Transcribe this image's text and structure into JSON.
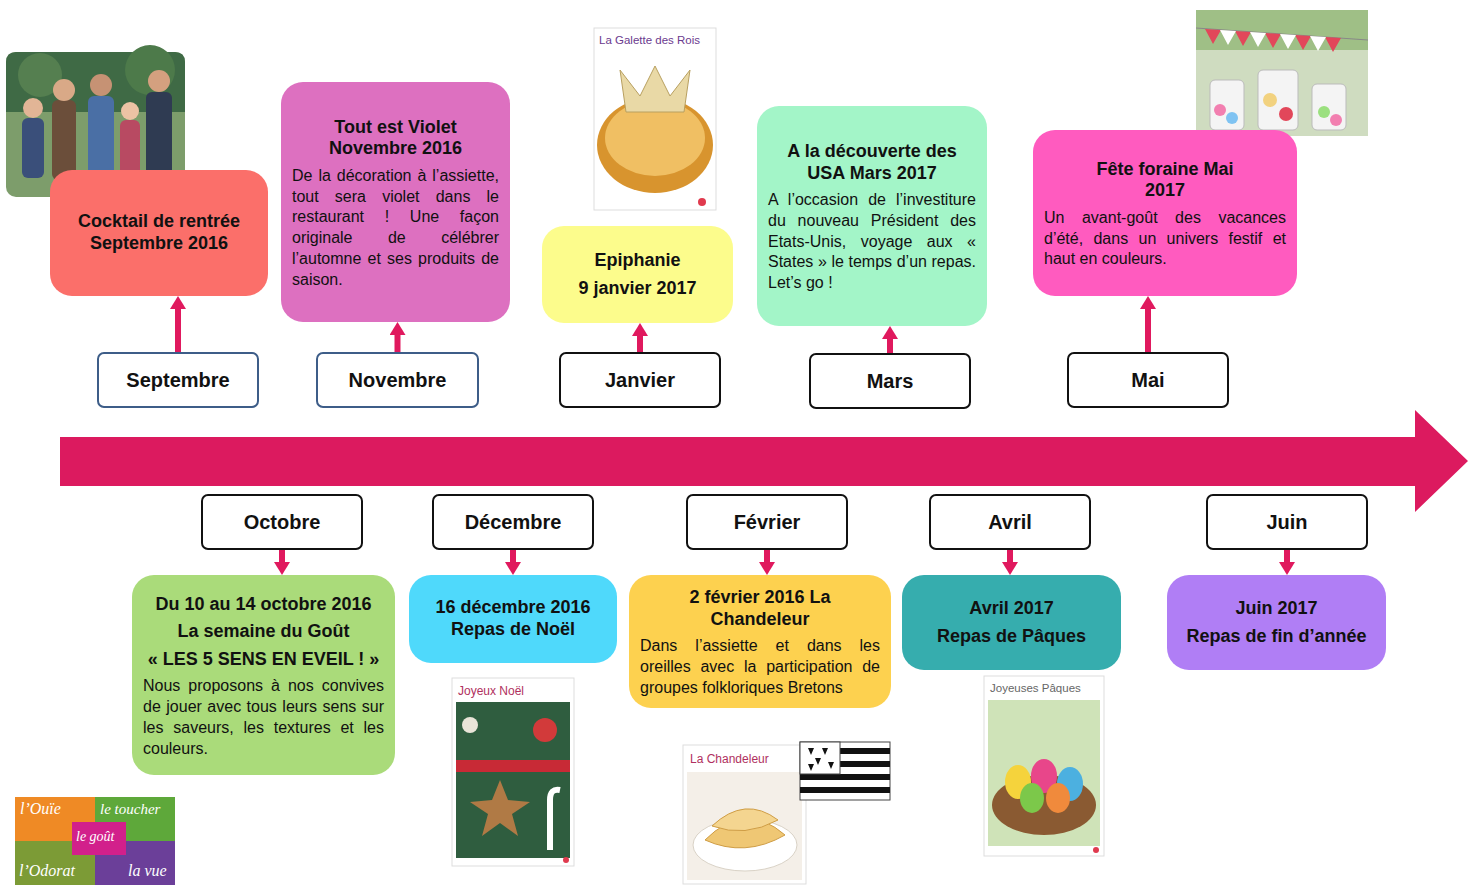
{
  "diagram": {
    "nodes": [
      {
        "text": [
          "Cocktail de rentrée Septembre 2016"
        ]
      },
      {
        "text": [
          "Septembre"
        ]
      },
      {
        "text": [
          "Tout est Violet Novembre 2016",
          "De la décoration à l’assiette, tout sera violet dans le restaurant ! Une façon originale de célébrer l’automne et ses produits de saison."
        ]
      },
      {
        "text": [
          "Novembre"
        ]
      },
      {
        "text": [
          "Epiphanie",
          "9 janvier 2017"
        ]
      },
      {
        "text": [
          "Janvier"
        ]
      },
      {
        "text": [
          "A la découverte des USA Mars 2017",
          "A l’occasion de l’investiture du nouveau Président des Etats-Unis, voyage aux « States » le temps d’un repas. Let’s go !"
        ]
      },
      {
        "text": [
          "Mars"
        ]
      },
      {
        "text": [
          "Fête foraine Mai 2017",
          "Un avant-goût des vacances d’été, dans un univers festif et haut en couleurs."
        ]
      },
      {
        "text": [
          "Mai"
        ]
      },
      {
        "text": [
          "Octobre"
        ]
      },
      {
        "text": [
          "Du 10 au 14 octobre 2016",
          "La semaine du Goût",
          "« LES 5 SENS EN EVEIL ! »",
          "Nous proposons à nos convives de jouer avec tous leurs sens sur les saveurs, les textures et les couleurs."
        ]
      },
      {
        "text": [
          "Décembre"
        ]
      },
      {
        "text": [
          "16 décembre 2016 Repas de Noël"
        ]
      },
      {
        "text": [
          "Février"
        ]
      },
      {
        "text": [
          "2 février 2016 La Chandeleur",
          "Dans l’assiette et dans les oreilles avec la participation de groupes folkloriques Bretons"
        ]
      },
      {
        "text": [
          "Avril"
        ]
      },
      {
        "text": [
          "Avril 2017",
          "Repas de Pâques"
        ]
      },
      {
        "text": [
          "Juin"
        ]
      },
      {
        "text": [
          "Juin 2017",
          "Repas de fin d’année"
        ]
      }
    ],
    "edges": [
      {
        "from": 1,
        "to": 0,
        "arrow": "to"
      },
      {
        "from": 3,
        "to": 2,
        "arrow": "to"
      },
      {
        "from": 5,
        "to": 4,
        "arrow": "to"
      },
      {
        "from": 7,
        "to": 6,
        "arrow": "to"
      },
      {
        "from": 9,
        "to": 8,
        "arrow": "to"
      },
      {
        "from": 10,
        "to": 11,
        "arrow": "to"
      },
      {
        "from": 12,
        "to": 13,
        "arrow": "to"
      },
      {
        "from": 14,
        "to": 15,
        "arrow": "to"
      },
      {
        "from": 16,
        "to": 17,
        "arrow": "to"
      },
      {
        "from": 18,
        "to": 19,
        "arrow": "to"
      }
    ],
    "labels": [
      "La Galette des Rois",
      "Joyeux Noël",
      "La Chandeleur",
      "Joyeuses Pâques",
      "l’Ouïe",
      "le toucher",
      "le goût",
      "l’Odorat",
      "la vue"
    ]
  }
}
